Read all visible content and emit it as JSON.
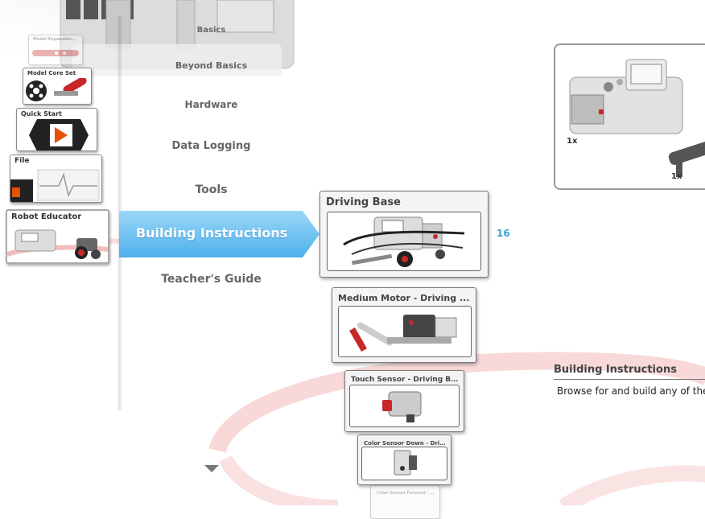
{
  "left_cards": [
    {
      "title": "Model Expansion..."
    },
    {
      "title": "Model Core Set"
    },
    {
      "title": "Quick Start"
    },
    {
      "title": "File"
    },
    {
      "title": "Robot Educator"
    }
  ],
  "menu": {
    "items": [
      "Basics",
      "Beyond Basics",
      "Hardware",
      "Data Logging",
      "Tools",
      "Building Instructions",
      "Teacher's Guide"
    ],
    "selected": "Building Instructions"
  },
  "builds": [
    {
      "title": "Driving Base",
      "count": "16"
    },
    {
      "title": "Medium Motor - Driving ..."
    },
    {
      "title": "Touch Sensor - Driving B..."
    },
    {
      "title": "Color Sensor Down - Driv..."
    },
    {
      "title": "Color Sensor Forward - D..."
    }
  ],
  "preview": {
    "qty_1": "1x",
    "qty_2": "1x",
    "title": "Building Instructions",
    "description": "Browse for and build any of the"
  },
  "colors": {
    "accent_blue": "#6cc1f2",
    "count_blue": "#3aa0d6",
    "lego_red": "#c62828"
  }
}
